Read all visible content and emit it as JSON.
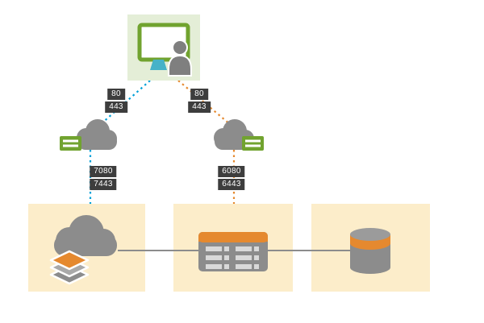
{
  "ports": {
    "client_to_left_cloud": [
      "80",
      "443"
    ],
    "client_to_right_cloud": [
      "80",
      "443"
    ],
    "left_cloud_to_portal": [
      "7080",
      "7443"
    ],
    "right_cloud_to_server": [
      "6080",
      "6443"
    ]
  },
  "icons": {
    "client": "workstation-with-user-icon",
    "left_link": "cloud-with-web-adaptor-icon",
    "right_link": "cloud-with-web-adaptor-icon",
    "portal": "cloud-with-layers-icon",
    "server": "server-rack-icon",
    "datastore": "database-cylinder-icon"
  },
  "colors": {
    "blue": "#00a0d8",
    "orange": "#e5892f",
    "green": "#71a32f",
    "green-bg": "#e4eed7",
    "gray": "#8c8c8c",
    "tan": "#fcedca",
    "badge-bg": "#3d3d3d",
    "badge-text": "#ffffff",
    "teal": "#46b2c8",
    "connector": "#8c8c8c"
  }
}
